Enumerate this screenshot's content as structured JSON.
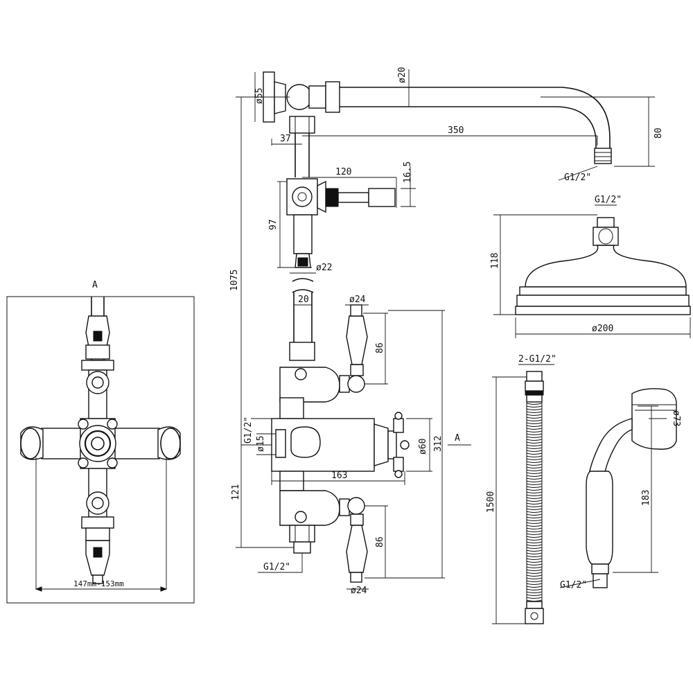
{
  "view_marker": "A",
  "front_view": {
    "section_label": "A",
    "centres_width": "147mm-153mm"
  },
  "side_view": {
    "pipe_dia": "ø20",
    "flange_dia": "ø55",
    "arm_offset": "37",
    "arm_reach": "350",
    "arm_drop": "80",
    "arm_outlet_thread": "G1/2\"",
    "diverter_length": "120",
    "diverter_handle_dia": "16.5",
    "diverter_height": "97",
    "riser_dia": "ø22",
    "total_height": "1075",
    "riser_pipe_width": "20",
    "handle_dia_top": "ø24",
    "handle_height_top": "86",
    "inlet_thread_left": "G1/2\"",
    "inlet_dia": "ø15",
    "body_length": "163",
    "control_dia": "ø60",
    "body_height": "312",
    "lower_height": "121",
    "outlet_thread_bottom": "G1/2\"",
    "handle_height_bottom": "86",
    "handle_dia_bottom": "ø24"
  },
  "shower_head": {
    "inlet_thread": "G1/2\"",
    "height": "118",
    "diameter": "ø200"
  },
  "hose": {
    "thread": "2-G1/2\"",
    "length": "1500"
  },
  "hand_shower": {
    "head_dia": "ø73",
    "length": "183",
    "thread": "G1/2\""
  }
}
